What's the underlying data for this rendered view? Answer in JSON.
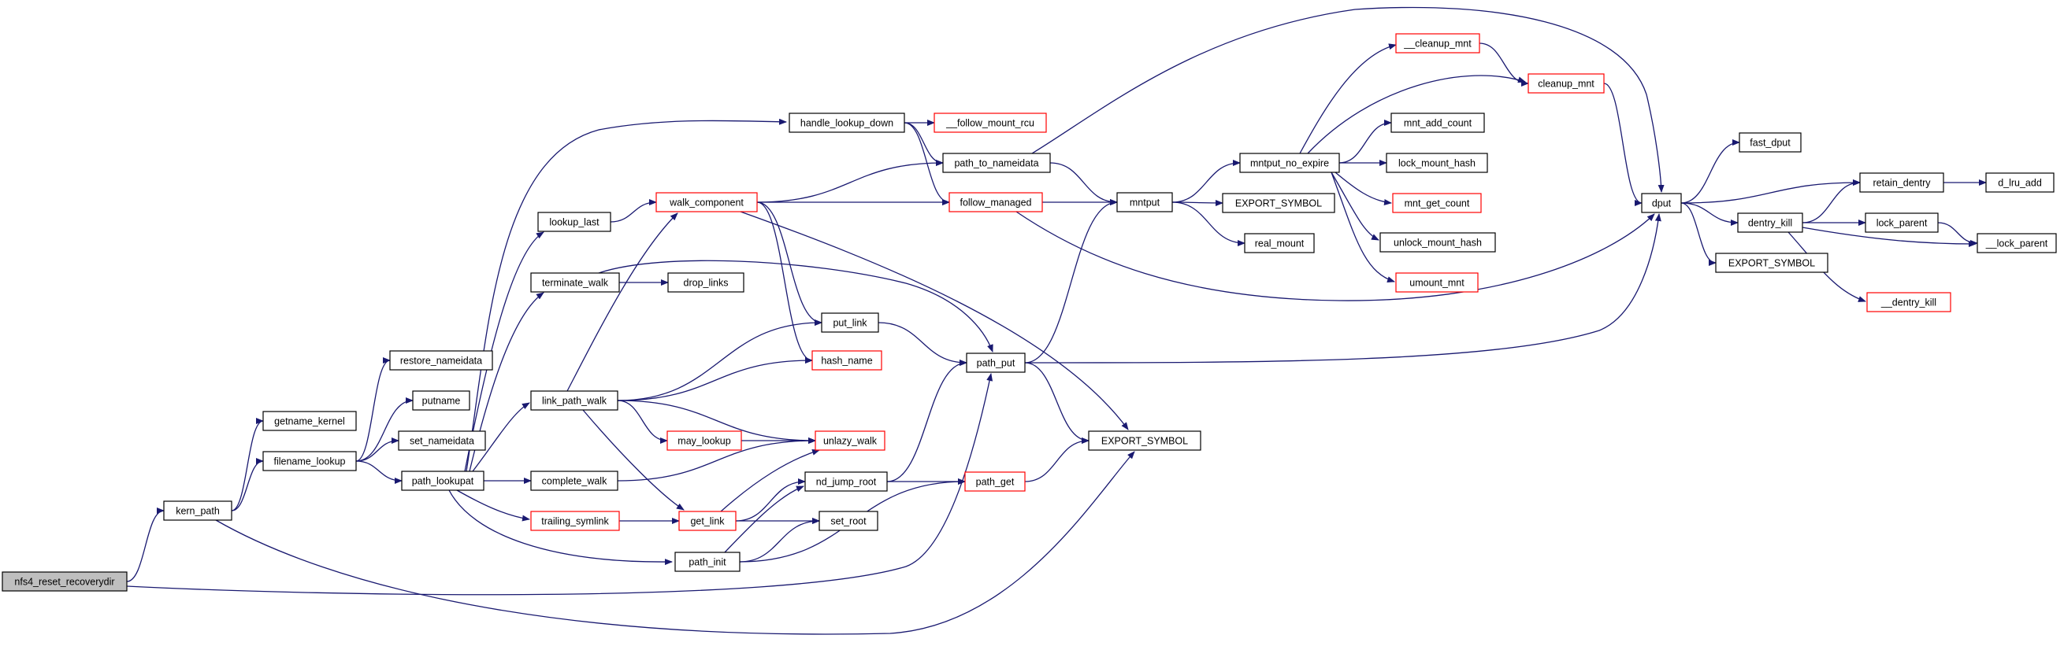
{
  "diagram": {
    "nodes": [
      {
        "id": "nfs4_reset_recoverydir",
        "label": "nfs4_reset_recoverydir",
        "style": "root"
      },
      {
        "id": "kern_path",
        "label": "kern_path",
        "style": "normal"
      },
      {
        "id": "getname_kernel",
        "label": "getname_kernel",
        "style": "normal"
      },
      {
        "id": "filename_lookup",
        "label": "filename_lookup",
        "style": "normal"
      },
      {
        "id": "restore_nameidata",
        "label": "restore_nameidata",
        "style": "normal"
      },
      {
        "id": "putname",
        "label": "putname",
        "style": "normal"
      },
      {
        "id": "set_nameidata",
        "label": "set_nameidata",
        "style": "normal"
      },
      {
        "id": "path_lookupat",
        "label": "path_lookupat",
        "style": "normal"
      },
      {
        "id": "lookup_last",
        "label": "lookup_last",
        "style": "normal"
      },
      {
        "id": "terminate_walk",
        "label": "terminate_walk",
        "style": "normal"
      },
      {
        "id": "link_path_walk",
        "label": "link_path_walk",
        "style": "normal"
      },
      {
        "id": "complete_walk",
        "label": "complete_walk",
        "style": "normal"
      },
      {
        "id": "trailing_symlink",
        "label": "trailing_symlink",
        "style": "red"
      },
      {
        "id": "path_init",
        "label": "path_init",
        "style": "normal"
      },
      {
        "id": "handle_lookup_down",
        "label": "handle_lookup_down",
        "style": "normal"
      },
      {
        "id": "follow_mount_rcu",
        "label": "__follow_mount_rcu",
        "style": "red"
      },
      {
        "id": "path_to_nameidata",
        "label": "path_to_nameidata",
        "style": "normal"
      },
      {
        "id": "walk_component",
        "label": "walk_component",
        "style": "red"
      },
      {
        "id": "follow_managed",
        "label": "follow_managed",
        "style": "red"
      },
      {
        "id": "drop_links",
        "label": "drop_links",
        "style": "normal"
      },
      {
        "id": "put_link",
        "label": "put_link",
        "style": "normal"
      },
      {
        "id": "hash_name",
        "label": "hash_name",
        "style": "red"
      },
      {
        "id": "may_lookup",
        "label": "may_lookup",
        "style": "red"
      },
      {
        "id": "unlazy_walk",
        "label": "unlazy_walk",
        "style": "red"
      },
      {
        "id": "get_link",
        "label": "get_link",
        "style": "red"
      },
      {
        "id": "nd_jump_root",
        "label": "nd_jump_root",
        "style": "normal"
      },
      {
        "id": "set_root",
        "label": "set_root",
        "style": "normal"
      },
      {
        "id": "path_put",
        "label": "path_put",
        "style": "normal"
      },
      {
        "id": "path_get",
        "label": "path_get",
        "style": "red"
      },
      {
        "id": "export_symbol_a",
        "label": "EXPORT_SYMBOL",
        "style": "normal"
      },
      {
        "id": "mntput",
        "label": "mntput",
        "style": "normal"
      },
      {
        "id": "mntput_no_expire",
        "label": "mntput_no_expire",
        "style": "normal"
      },
      {
        "id": "export_symbol_b",
        "label": "EXPORT_SYMBOL",
        "style": "normal"
      },
      {
        "id": "real_mount",
        "label": "real_mount",
        "style": "normal"
      },
      {
        "id": "cleanup_mnt_u",
        "label": "__cleanup_mnt",
        "style": "red"
      },
      {
        "id": "cleanup_mnt",
        "label": "cleanup_mnt",
        "style": "red"
      },
      {
        "id": "mnt_add_count",
        "label": "mnt_add_count",
        "style": "normal"
      },
      {
        "id": "lock_mount_hash",
        "label": "lock_mount_hash",
        "style": "normal"
      },
      {
        "id": "mnt_get_count",
        "label": "mnt_get_count",
        "style": "red"
      },
      {
        "id": "unlock_mount_hash",
        "label": "unlock_mount_hash",
        "style": "normal"
      },
      {
        "id": "umount_mnt",
        "label": "umount_mnt",
        "style": "red"
      },
      {
        "id": "dput",
        "label": "dput",
        "style": "normal"
      },
      {
        "id": "fast_dput",
        "label": "fast_dput",
        "style": "normal"
      },
      {
        "id": "dentry_kill",
        "label": "dentry_kill",
        "style": "normal"
      },
      {
        "id": "export_symbol_c",
        "label": "EXPORT_SYMBOL",
        "style": "normal"
      },
      {
        "id": "retain_dentry",
        "label": "retain_dentry",
        "style": "normal"
      },
      {
        "id": "d_lru_add",
        "label": "d_lru_add",
        "style": "normal"
      },
      {
        "id": "lock_parent",
        "label": "lock_parent",
        "style": "normal"
      },
      {
        "id": "lock_parent_u",
        "label": "__lock_parent",
        "style": "normal"
      },
      {
        "id": "dentry_kill_u",
        "label": "__dentry_kill",
        "style": "red"
      }
    ],
    "edges": [
      [
        "nfs4_reset_recoverydir",
        "kern_path"
      ],
      [
        "nfs4_reset_recoverydir",
        "path_put"
      ],
      [
        "kern_path",
        "getname_kernel"
      ],
      [
        "kern_path",
        "filename_lookup"
      ],
      [
        "kern_path",
        "export_symbol_a"
      ],
      [
        "filename_lookup",
        "restore_nameidata"
      ],
      [
        "filename_lookup",
        "putname"
      ],
      [
        "filename_lookup",
        "set_nameidata"
      ],
      [
        "filename_lookup",
        "path_lookupat"
      ],
      [
        "path_lookupat",
        "handle_lookup_down"
      ],
      [
        "path_lookupat",
        "lookup_last"
      ],
      [
        "path_lookupat",
        "terminate_walk"
      ],
      [
        "path_lookupat",
        "link_path_walk"
      ],
      [
        "path_lookupat",
        "complete_walk"
      ],
      [
        "path_lookupat",
        "trailing_symlink"
      ],
      [
        "path_lookupat",
        "path_init"
      ],
      [
        "handle_lookup_down",
        "follow_mount_rcu"
      ],
      [
        "handle_lookup_down",
        "path_to_nameidata"
      ],
      [
        "handle_lookup_down",
        "follow_managed"
      ],
      [
        "lookup_last",
        "walk_component"
      ],
      [
        "walk_component",
        "path_to_nameidata"
      ],
      [
        "walk_component",
        "follow_managed"
      ],
      [
        "walk_component",
        "put_link"
      ],
      [
        "walk_component",
        "hash_name"
      ],
      [
        "walk_component",
        "export_symbol_a"
      ],
      [
        "terminate_walk",
        "drop_links"
      ],
      [
        "terminate_walk",
        "path_put"
      ],
      [
        "link_path_walk",
        "walk_component"
      ],
      [
        "link_path_walk",
        "put_link"
      ],
      [
        "link_path_walk",
        "hash_name"
      ],
      [
        "link_path_walk",
        "may_lookup"
      ],
      [
        "link_path_walk",
        "unlazy_walk"
      ],
      [
        "link_path_walk",
        "get_link"
      ],
      [
        "complete_walk",
        "unlazy_walk"
      ],
      [
        "trailing_symlink",
        "get_link"
      ],
      [
        "may_lookup",
        "unlazy_walk"
      ],
      [
        "get_link",
        "unlazy_walk"
      ],
      [
        "get_link",
        "nd_jump_root"
      ],
      [
        "get_link",
        "set_root"
      ],
      [
        "path_init",
        "nd_jump_root"
      ],
      [
        "path_init",
        "set_root"
      ],
      [
        "path_init",
        "path_get"
      ],
      [
        "put_link",
        "path_put"
      ],
      [
        "nd_jump_root",
        "path_put"
      ],
      [
        "nd_jump_root",
        "path_get"
      ],
      [
        "path_get",
        "export_symbol_a"
      ],
      [
        "path_to_nameidata",
        "mntput"
      ],
      [
        "path_to_nameidata",
        "dput"
      ],
      [
        "follow_managed",
        "mntput"
      ],
      [
        "follow_managed",
        "dput"
      ],
      [
        "path_put",
        "mntput"
      ],
      [
        "path_put",
        "export_symbol_a"
      ],
      [
        "path_put",
        "dput"
      ],
      [
        "mntput",
        "mntput_no_expire"
      ],
      [
        "mntput",
        "export_symbol_b"
      ],
      [
        "mntput",
        "real_mount"
      ],
      [
        "mntput_no_expire",
        "cleanup_mnt_u"
      ],
      [
        "mntput_no_expire",
        "cleanup_mnt"
      ],
      [
        "mntput_no_expire",
        "mnt_add_count"
      ],
      [
        "mntput_no_expire",
        "lock_mount_hash"
      ],
      [
        "mntput_no_expire",
        "mnt_get_count"
      ],
      [
        "mntput_no_expire",
        "unlock_mount_hash"
      ],
      [
        "mntput_no_expire",
        "umount_mnt"
      ],
      [
        "cleanup_mnt_u",
        "cleanup_mnt"
      ],
      [
        "cleanup_mnt",
        "dput"
      ],
      [
        "dput",
        "fast_dput"
      ],
      [
        "dput",
        "retain_dentry"
      ],
      [
        "dput",
        "dentry_kill"
      ],
      [
        "dput",
        "export_symbol_c"
      ],
      [
        "dentry_kill",
        "retain_dentry"
      ],
      [
        "dentry_kill",
        "lock_parent"
      ],
      [
        "dentry_kill",
        "lock_parent_u"
      ],
      [
        "dentry_kill",
        "dentry_kill_u"
      ],
      [
        "retain_dentry",
        "d_lru_add"
      ],
      [
        "lock_parent",
        "lock_parent_u"
      ]
    ]
  }
}
